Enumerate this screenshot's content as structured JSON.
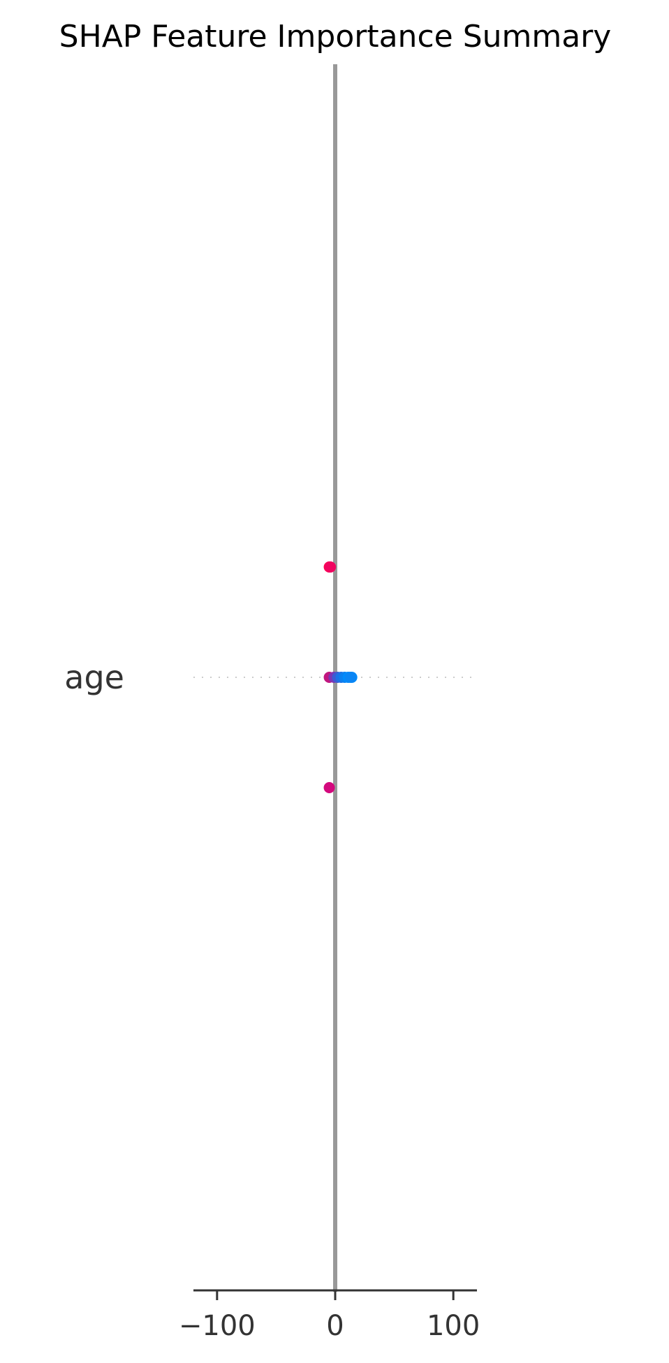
{
  "chart_data": {
    "type": "scatter",
    "title": "SHAP Feature Importance Summary",
    "features": [
      "age"
    ],
    "xlim": [
      -120,
      120
    ],
    "xticks": [
      -100,
      0,
      100
    ],
    "tick_labels": [
      "−100",
      "0",
      "100"
    ],
    "zero_line": 0,
    "grid": false,
    "points": [
      {
        "feature": "age",
        "x": -5,
        "row": 0,
        "color": "#ff0052"
      },
      {
        "feature": "age",
        "x": -4,
        "row": 0,
        "color": "#f00560"
      },
      {
        "feature": "age",
        "x": -5,
        "row": 1,
        "color": "#c1177f"
      },
      {
        "feature": "age",
        "x": -1,
        "row": 1,
        "color": "#7a36b5"
      },
      {
        "feature": "age",
        "x": 2,
        "row": 1,
        "color": "#3d5ad3"
      },
      {
        "feature": "age",
        "x": 5,
        "row": 1,
        "color": "#1b72e6"
      },
      {
        "feature": "age",
        "x": 8,
        "row": 1,
        "color": "#0a80f0"
      },
      {
        "feature": "age",
        "x": 11,
        "row": 1,
        "color": "#008bfb"
      },
      {
        "feature": "age",
        "x": 14,
        "row": 1,
        "color": "#008bfb"
      },
      {
        "feature": "age",
        "x": 13,
        "row": 1,
        "color": "#0a85f4"
      },
      {
        "feature": "age",
        "x": -5,
        "row": 2,
        "color": "#d3097d"
      }
    ]
  }
}
